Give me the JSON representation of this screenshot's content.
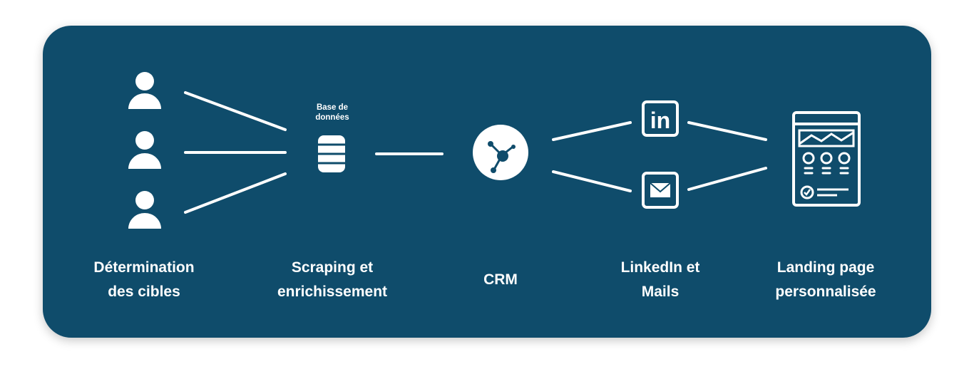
{
  "stages": [
    {
      "line1": "Détermination",
      "line2": "des cibles",
      "icon": "user-icon"
    },
    {
      "line1": "Scraping et",
      "line2": "enrichissement",
      "icon": "database-icon"
    },
    {
      "line1": "",
      "line2": "CRM",
      "icon": "hubspot-icon"
    },
    {
      "line1": "LinkedIn et",
      "line2": "Mails",
      "icon": "linkedin-icon"
    },
    {
      "line1": "Landing page",
      "line2": "personnalisée",
      "icon": "landing-page-icon"
    }
  ],
  "database_caption": {
    "line1": "Base de",
    "line2": "données"
  },
  "linkedin_text": "in",
  "colors": {
    "background": "#0f4c6b",
    "foreground": "#ffffff",
    "page": "#ffffff"
  }
}
